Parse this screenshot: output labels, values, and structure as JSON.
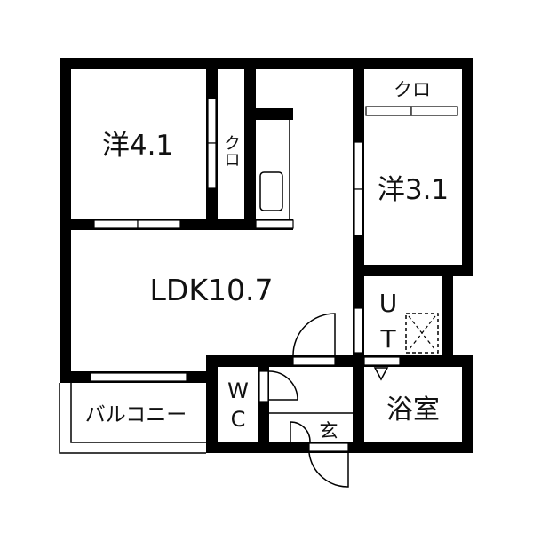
{
  "rooms": {
    "western_1": "洋4.1",
    "western_2": "洋3.1",
    "closet_1": "クロ",
    "closet_2": "クロ",
    "ldk": "LDK10.7",
    "utility_u": "U",
    "utility_t": "T",
    "bathroom": "浴室",
    "toilet_w": "W",
    "toilet_c": "C",
    "entrance": "玄",
    "balcony": "バルコニー"
  },
  "colors": {
    "wall": "#000000",
    "background": "#ffffff"
  }
}
